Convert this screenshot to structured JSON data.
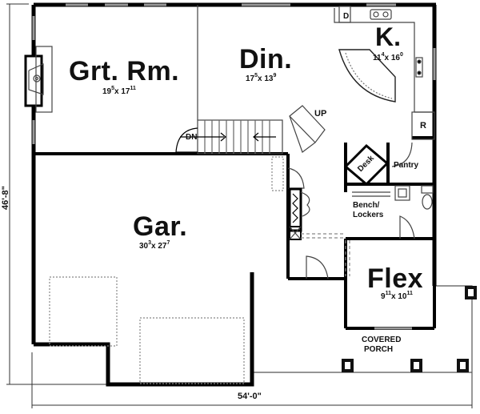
{
  "plan": {
    "overall_width": "54'-0\"",
    "overall_depth": "46'-8\"",
    "rooms": [
      {
        "id": "great-room",
        "name": "Grt. Rm.",
        "w_ft": "19",
        "w_in": "5",
        "d_ft": "17",
        "d_in": "11"
      },
      {
        "id": "dining",
        "name": "Din.",
        "w_ft": "17",
        "w_in": "5",
        "d_ft": "13",
        "d_in": "9"
      },
      {
        "id": "kitchen",
        "name": "K.",
        "w_ft": "11",
        "w_in": "4",
        "d_ft": "16",
        "d_in": "0"
      },
      {
        "id": "garage",
        "name": "Gar.",
        "w_ft": "30",
        "w_in": "3",
        "d_ft": "27",
        "d_in": "7"
      },
      {
        "id": "flex",
        "name": "Flex",
        "w_ft": "9",
        "w_in": "11",
        "d_ft": "10",
        "d_in": "11"
      }
    ],
    "labels": {
      "stairs_up": "UP",
      "stairs_down": "DN",
      "dishwasher": "D",
      "refrigerator": "R",
      "desk": "Desk",
      "pantry": "Pantry",
      "bench_lockers_line1": "Bench/",
      "bench_lockers_line2": "Lockers",
      "porch_line1": "COVERED",
      "porch_line2": "PORCH"
    },
    "x": "x"
  }
}
